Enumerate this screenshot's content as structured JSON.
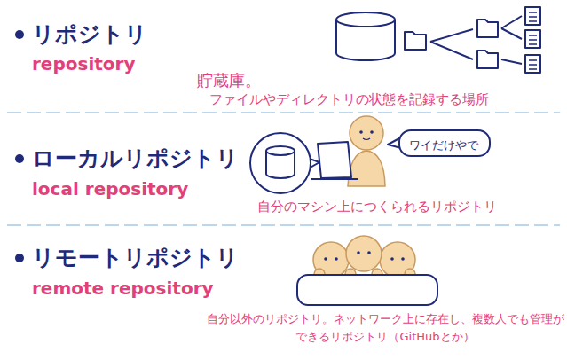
{
  "diagram": {
    "nodes": [
      {
        "text": [
          "ワイだけやで"
        ]
      }
    ],
    "labels": [
      "リポジトリ",
      "repository",
      "貯蔵庫。",
      "ファイルやディレクトリの状態を記録する場所",
      "ローカルリポジトリ",
      "local repository",
      "自分のマシン上につくられるリポジトリ",
      "リモートリポジトリ",
      "remote repository",
      "自分以外のリポジトリ。ネットワーク上に存在し、複数人でも管理が できるリポジトリ（GitHubとか）"
    ]
  }
}
